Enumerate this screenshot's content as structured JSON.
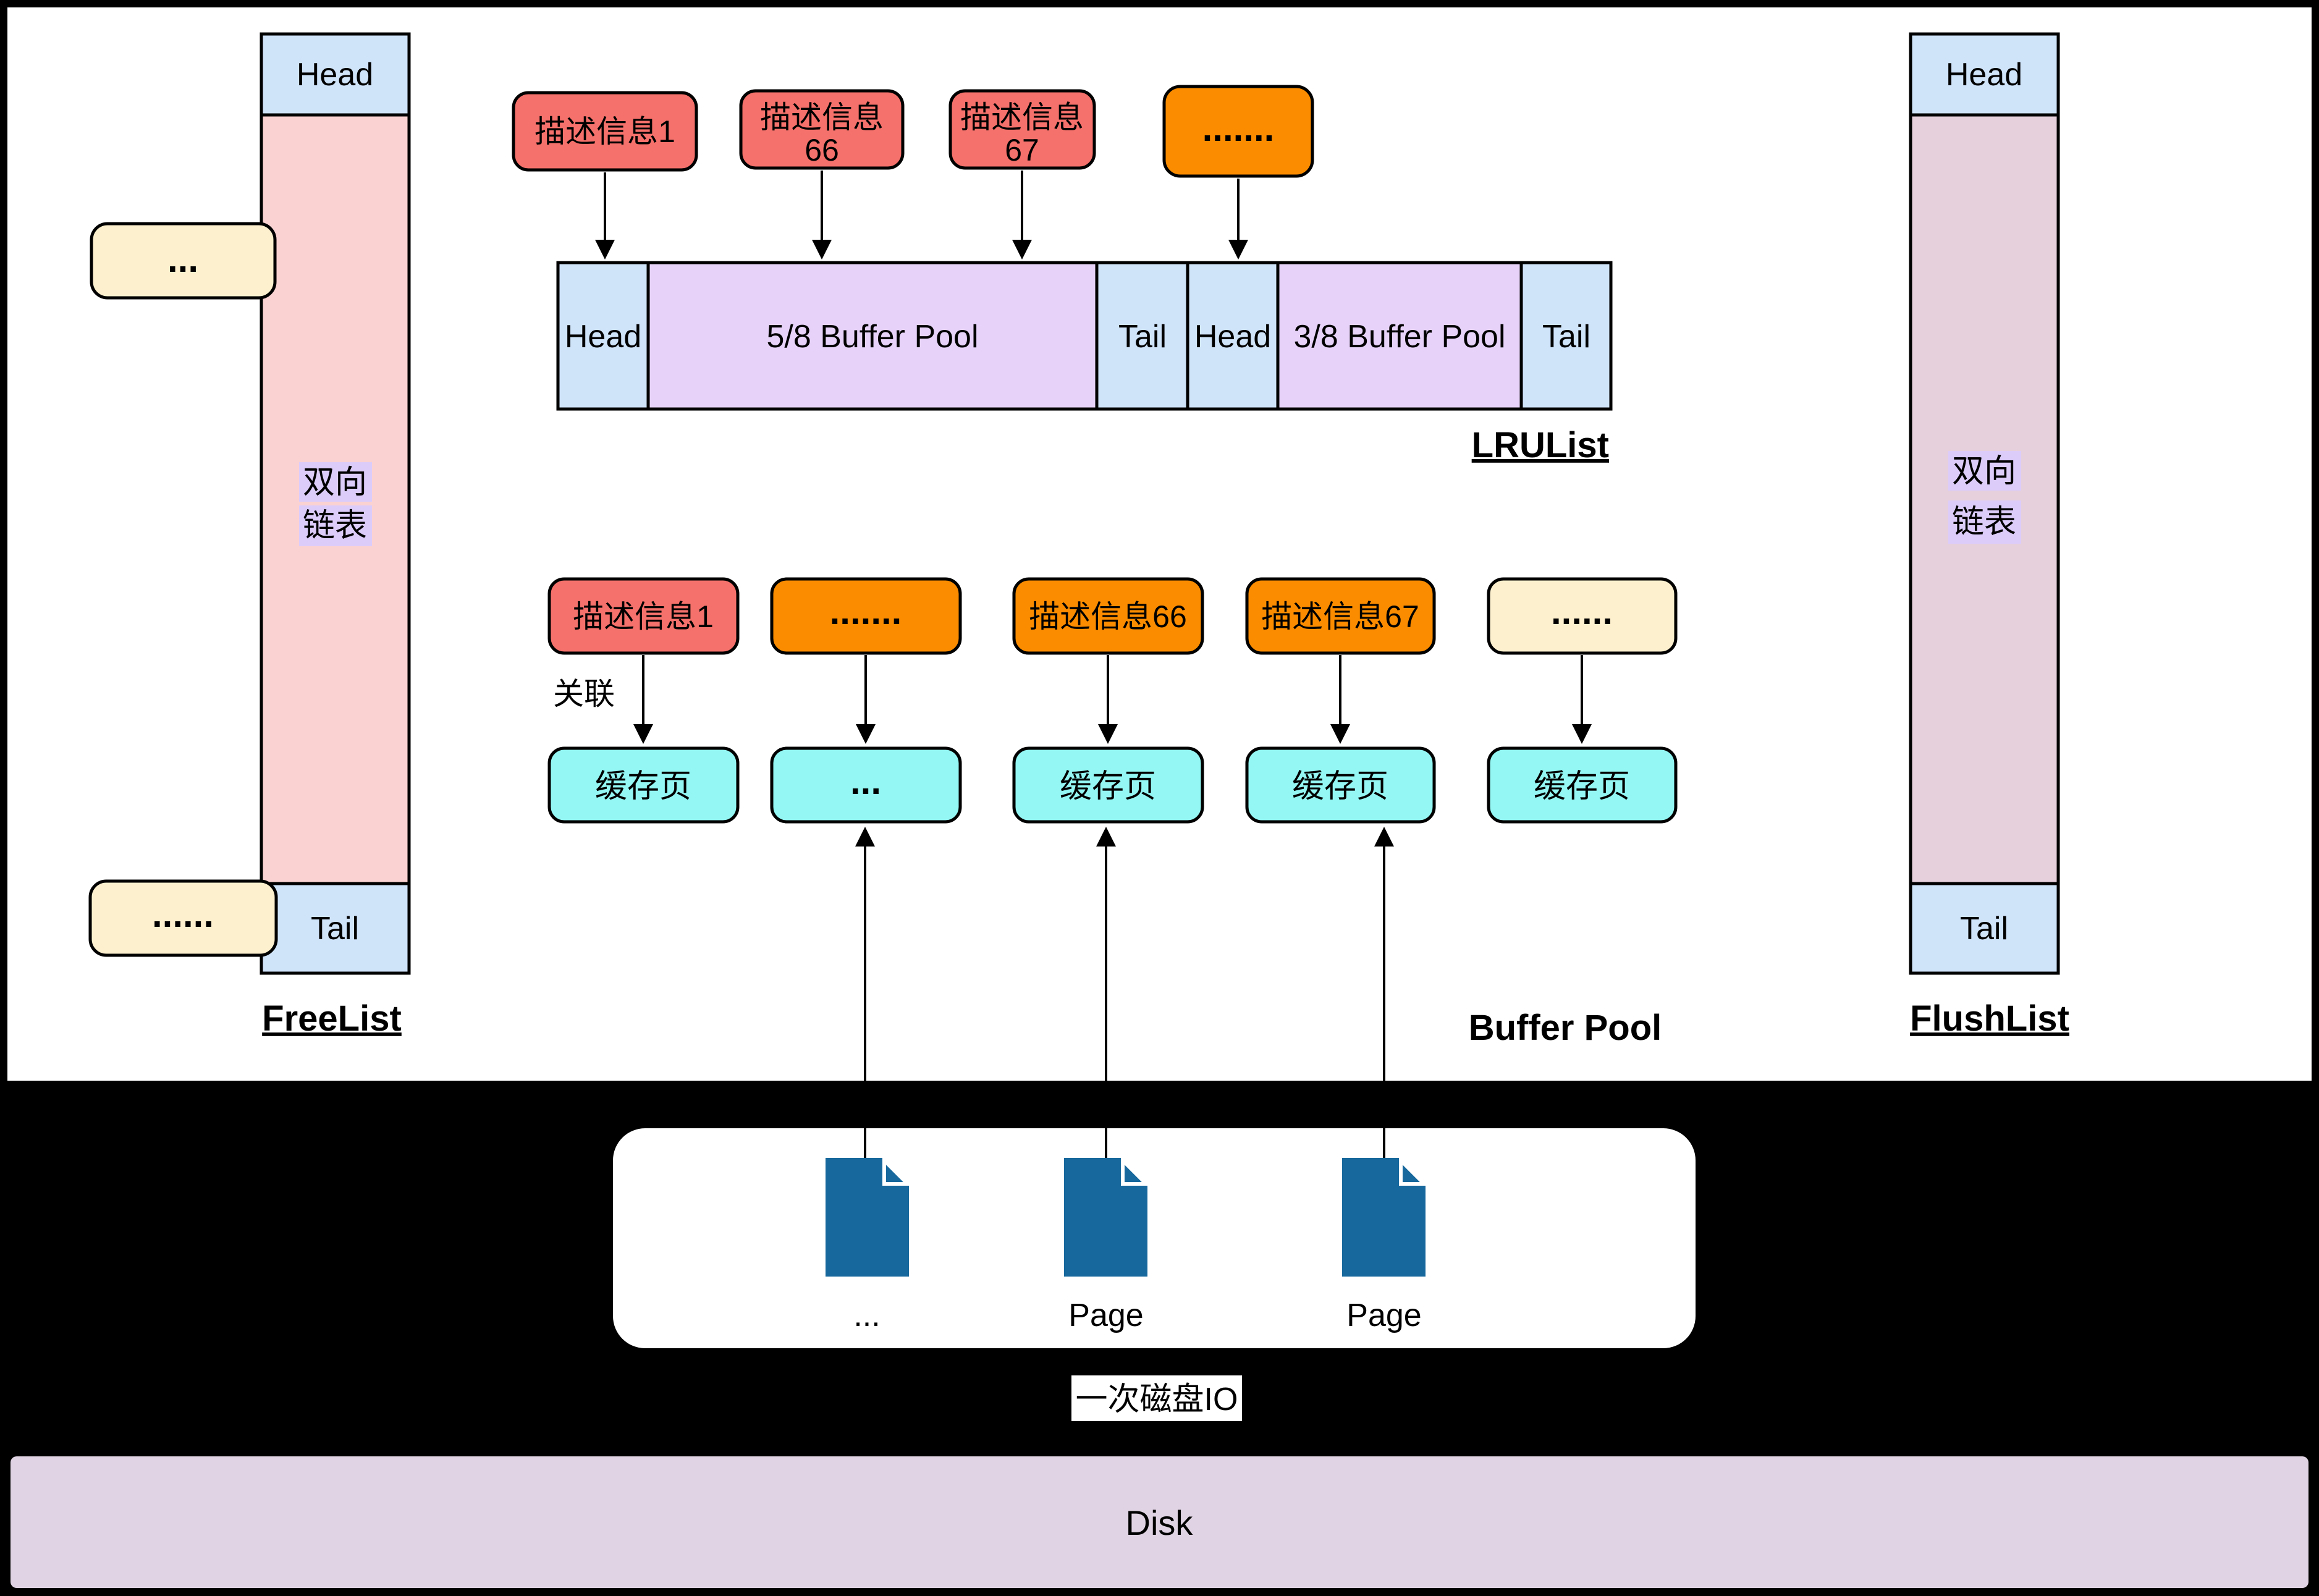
{
  "colors": {
    "canvas_bg": "#ffffff",
    "outer_bg": "#000000",
    "head_tail_blue": "#cfe3f9",
    "freelist_pink": "#fbd2d2",
    "flushlist_mauve": "#e6d0dc",
    "lru_violet": "#e7d3f9",
    "dll_highlight": "#dcccfa",
    "red_box": "#f5716b",
    "orange_box": "#fb8c00",
    "cream_box": "#fdf0ce",
    "cyan_box": "#94f7f3",
    "page_icon_blue": "#17689c",
    "disk_bar": "#e0d3e3"
  },
  "freelist": {
    "head": "Head",
    "tail": "Tail",
    "dll_line1": "双向",
    "dll_line2": "链表",
    "label": "FreeList",
    "ellipsis_top": "...",
    "ellipsis_bottom": "......"
  },
  "flushlist": {
    "head": "Head",
    "tail": "Tail",
    "dll_line1": "双向",
    "dll_line2": "链表",
    "label": "FlushList"
  },
  "lrulist": {
    "seg_head1": "Head",
    "seg_young": "5/8 Buffer Pool",
    "seg_tail1": "Tail",
    "seg_head2": "Head",
    "seg_old": "3/8 Buffer Pool",
    "seg_tail2": "Tail",
    "label": "LRUList"
  },
  "top_row": {
    "b1": "描述信息1",
    "b2_l1": "描述信息",
    "b2_l2": "66",
    "b3_l1": "描述信息",
    "b3_l2": "67",
    "b4": "......."
  },
  "mid_row": {
    "b1": "描述信息1",
    "b2": ".......",
    "b3": "描述信息66",
    "b4": "描述信息67",
    "b5": "......"
  },
  "cache_row": {
    "c1": "缓存页",
    "c2": "...",
    "c3": "缓存页",
    "c4": "缓存页",
    "c5": "缓存页"
  },
  "labels": {
    "relation": "关联",
    "buffer_pool": "Buffer Pool",
    "disk_io": "一次磁盘IO",
    "disk": "Disk"
  },
  "pages": {
    "p1": "...",
    "p2": "Page",
    "p3": "Page"
  }
}
